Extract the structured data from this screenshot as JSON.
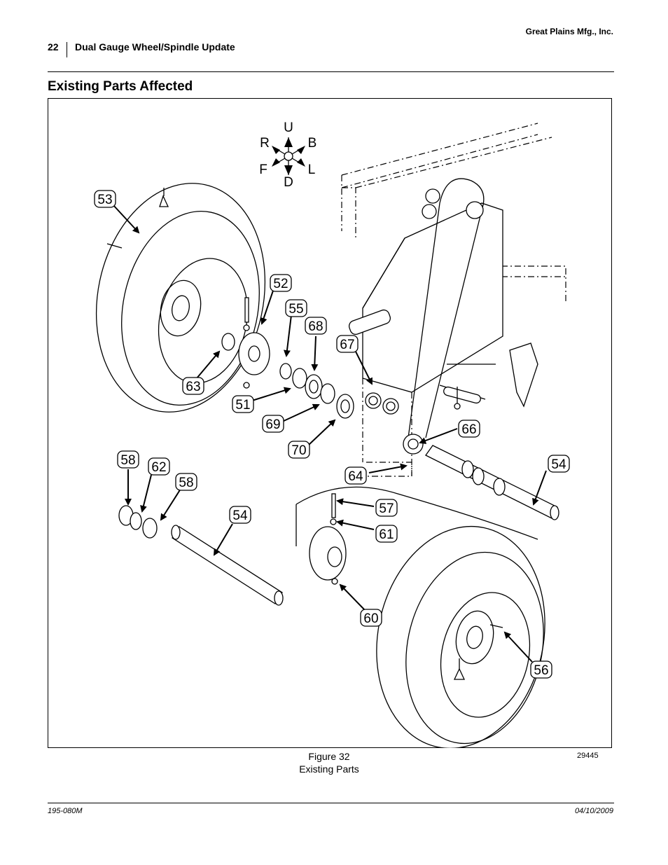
{
  "header": {
    "company": "Great Plains Mfg., Inc.",
    "page_number": "22",
    "section_name": "Dual Gauge Wheel/Spindle Update"
  },
  "heading": "Existing Parts Affected",
  "figure": {
    "number": "Figure 32",
    "caption": "Existing Parts",
    "drawing_id": "29445",
    "compass": {
      "up": "U",
      "down": "D",
      "right_rear": "R",
      "back": "B",
      "front": "F",
      "left": "L"
    },
    "callouts": [
      {
        "id": "c53",
        "label": "53"
      },
      {
        "id": "c52",
        "label": "52"
      },
      {
        "id": "c55",
        "label": "55"
      },
      {
        "id": "c68",
        "label": "68"
      },
      {
        "id": "c67",
        "label": "67"
      },
      {
        "id": "c63",
        "label": "63"
      },
      {
        "id": "c51",
        "label": "51"
      },
      {
        "id": "c69",
        "label": "69"
      },
      {
        "id": "c70",
        "label": "70"
      },
      {
        "id": "c66",
        "label": "66"
      },
      {
        "id": "c58a",
        "label": "58"
      },
      {
        "id": "c62",
        "label": "62"
      },
      {
        "id": "c58b",
        "label": "58"
      },
      {
        "id": "c54a",
        "label": "54"
      },
      {
        "id": "c64",
        "label": "64"
      },
      {
        "id": "c54b",
        "label": "54"
      },
      {
        "id": "c57",
        "label": "57"
      },
      {
        "id": "c61",
        "label": "61"
      },
      {
        "id": "c60",
        "label": "60"
      },
      {
        "id": "c56",
        "label": "56"
      }
    ]
  },
  "footer": {
    "doc_number": "195-080M",
    "date": "04/10/2009"
  }
}
